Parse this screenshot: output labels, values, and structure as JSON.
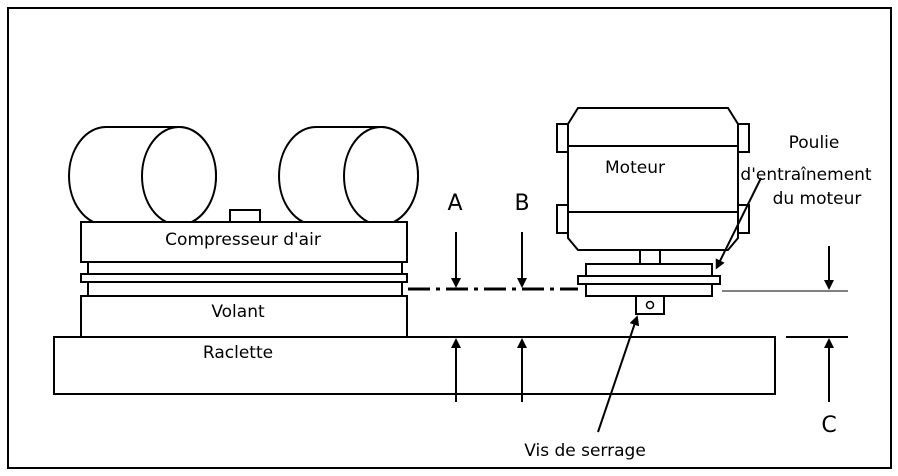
{
  "labels": {
    "compressor": "Compresseur d'air",
    "flywheel": "Volant",
    "scraper": "Raclette",
    "motor": "Moteur",
    "pulley_line1": "Poulie",
    "pulley_line2": "d'entraînement",
    "pulley_line3": "du moteur",
    "clamp_screw": "Vis de serrage",
    "marker_a": "A",
    "marker_b": "B",
    "marker_c": "C"
  }
}
